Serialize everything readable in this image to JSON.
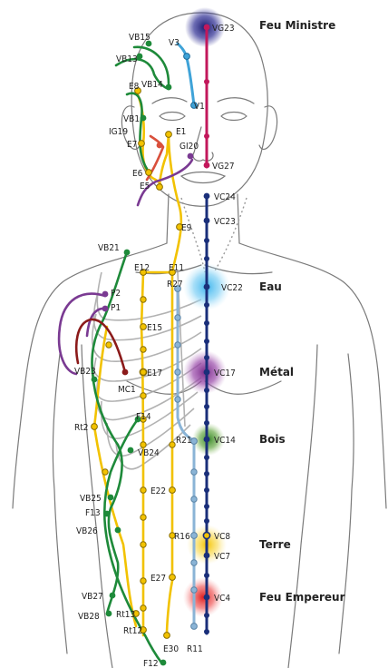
{
  "elements": {
    "feu_ministre": "Feu Ministre",
    "eau": "Eau",
    "metal": "Métal",
    "bois": "Bois",
    "terre": "Terre",
    "feu_empereur": "Feu Empereur"
  },
  "point_labels": {
    "VG23": "VG23",
    "V3": "V3",
    "VB15": "VB15",
    "VB13": "VB13",
    "VB14": "VB14",
    "E8": "E8",
    "V1": "V1",
    "VB1": "VB1",
    "IG19": "IG19",
    "E1": "E1",
    "E7": "E7",
    "GI20": "GI20",
    "VG27": "VG27",
    "E6": "E6",
    "E5": "E5",
    "VC24": "VC24",
    "VC23": "VC23",
    "E9": "E9",
    "VB21": "VB21",
    "E12": "E12",
    "E11": "E11",
    "R27": "R27",
    "VC22": "VC22",
    "P2": "P2",
    "P1": "P1",
    "E15": "E15",
    "VB23": "VB23",
    "E17": "E17",
    "VC17": "VC17",
    "MC1": "MC1",
    "Rt2": "Rt2",
    "F14": "F14",
    "R21": "R21",
    "VC14": "VC14",
    "VB24": "VB24",
    "E22": "E22",
    "VB25": "VB25",
    "F13": "F13",
    "VB26": "VB26",
    "R16": "R16",
    "VC8": "VC8",
    "VC7": "VC7",
    "E27": "E27",
    "VC4": "VC4",
    "VB27": "VB27",
    "Rt13": "Rt13",
    "VB28": "VB28",
    "Rt12": "Rt12",
    "E30": "E30",
    "R11": "R11",
    "F12": "F12"
  },
  "meridian_colors": {
    "vaisseau_conception": "#1a2f7a",
    "vaisseau_gouverneur": "#c2185b",
    "estomac": "#f2c200",
    "rein": "#8ab4d6",
    "vesicule_biliaire": "#1e8a3a",
    "vessie": "#3fa3d8",
    "poumon": "#7a3a92",
    "gros_intestin": "#7a3a92",
    "intestin_grele": "#d9503c",
    "maitre_coeur": "#8b1a1a",
    "foie": "#1e8a3a"
  },
  "element_colors": {
    "feu_ministre": "#1a1a6e",
    "eau": "#3fb6ee",
    "metal": "#7a2a8a",
    "bois": "#3a8a2a",
    "terre": "#f5c400",
    "feu_empereur": "#e02020"
  }
}
